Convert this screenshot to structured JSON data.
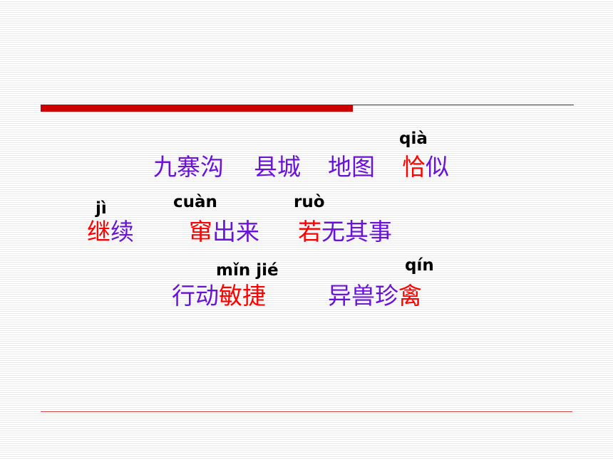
{
  "colors": {
    "purple": "#6a12d8",
    "red": "#ff0000",
    "black": "#000000",
    "rule_red": "#cc0000"
  },
  "pinyin": [
    "qià",
    "jì",
    "cuàn",
    "ruò",
    "mǐn jié",
    "qín"
  ],
  "words": [
    {
      "hl": "",
      "rest": "九寨沟"
    },
    {
      "hl": "",
      "rest": "县城"
    },
    {
      "hl": "",
      "rest": "地图"
    },
    {
      "hl": "恰",
      "rest": "似"
    },
    {
      "hl": "继",
      "rest": "续"
    },
    {
      "hl": "窜",
      "rest": "出来"
    },
    {
      "hl": "若",
      "rest": "无其事"
    },
    {
      "pre": "行动",
      "hl": "敏捷",
      "rest": ""
    },
    {
      "pre": "异兽珍",
      "hl": "禽",
      "rest": ""
    }
  ]
}
